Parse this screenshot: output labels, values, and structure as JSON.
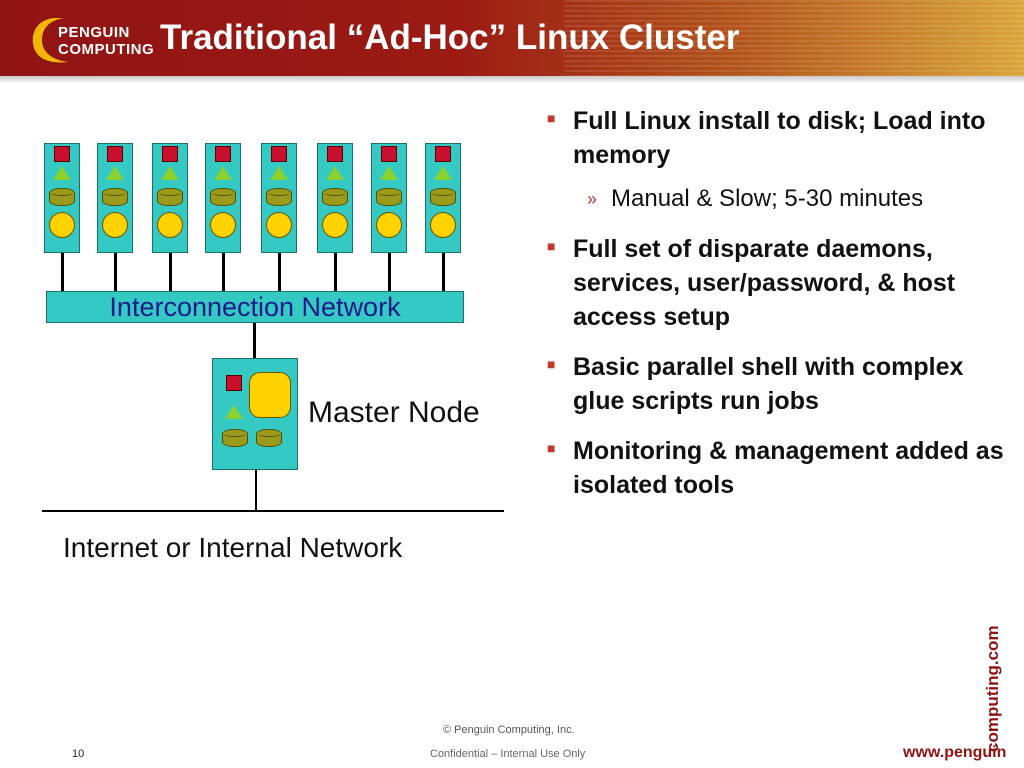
{
  "header": {
    "logo_line1": "PENGUIN",
    "logo_line2": "COMPUTING",
    "title": "Traditional “Ad-Hoc” Linux Cluster"
  },
  "diagram": {
    "node_count": 8,
    "interconnect_label": "Interconnection Network",
    "master_label": "Master Node",
    "network_label": "Internet or Internal Network"
  },
  "bullets": [
    {
      "text": "Full Linux install to disk; Load into memory",
      "sub": [
        "Manual & Slow; 5-30 minutes"
      ]
    },
    {
      "text": "Full set of disparate daemons, services, user/password, & host access setup",
      "sub": []
    },
    {
      "text": "Basic parallel shell with complex glue scripts run jobs",
      "sub": []
    },
    {
      "text": "Monitoring & management added as isolated tools",
      "sub": []
    }
  ],
  "footer": {
    "copyright": "© Penguin Computing, Inc.",
    "confidential": "Confidential – Internal Use Only",
    "page_number": "10",
    "website": "www.penguin",
    "website_vertical": "computing.com"
  },
  "colors": {
    "header_red": "#8f1414",
    "node_teal": "#35c9c3",
    "bullet_mark": "#c0392b",
    "disk_olive": "#9c9a1a",
    "cpu_yellow": "#ffd200"
  }
}
